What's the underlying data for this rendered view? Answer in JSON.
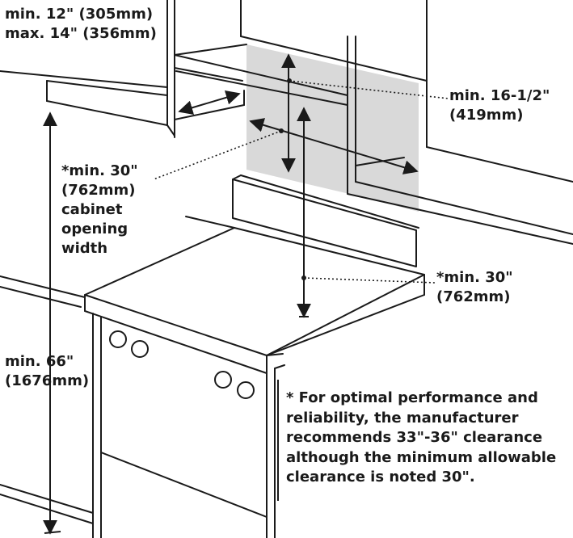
{
  "labels": {
    "hood_depth": [
      "min. 12\" (305mm)",
      "max. 14\" (356mm)"
    ],
    "cabinet_width": [
      "*min. 30\"",
      "(762mm)",
      "cabinet",
      "opening",
      "width"
    ],
    "overall_height": [
      "min. 66\"",
      "(1676mm)"
    ],
    "hood_clearance": [
      "min. 16-1/2\"",
      "(419mm)"
    ],
    "range_clearance": [
      "*min. 30\"",
      "(762mm)"
    ]
  },
  "note": [
    "* For optimal performance and",
    "reliability, the manufacturer",
    "recommends 33\"-36\" clearance",
    "although the minimum allowable",
    "clearance is noted 30\"."
  ],
  "colors": {
    "line": "#1a1a1a",
    "shade": "#d9d9d9",
    "background": "#ffffff"
  }
}
